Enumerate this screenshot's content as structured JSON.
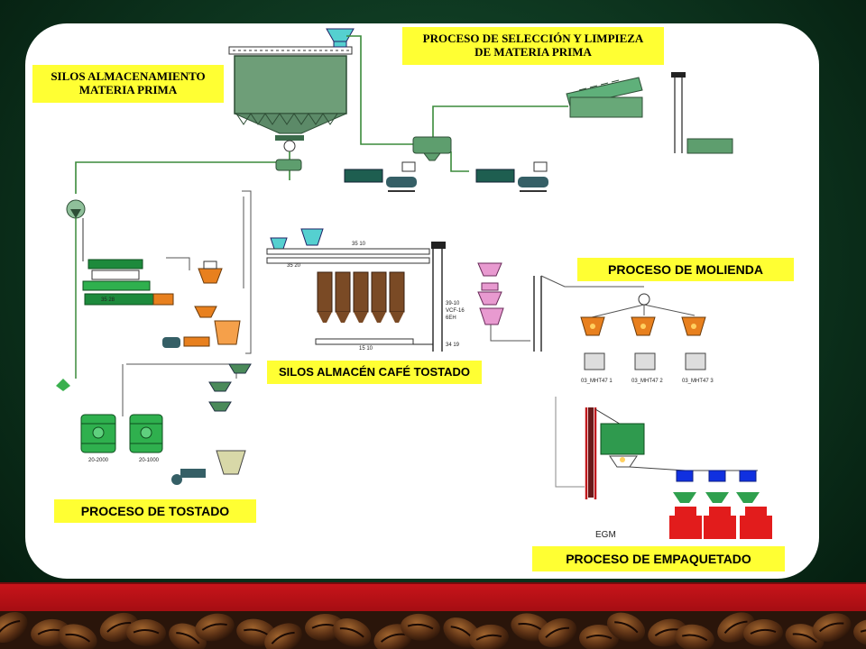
{
  "labels": {
    "storage_silos": "SILOS ALMACENAMIENTO\nMATERIA PRIMA",
    "selection_cleaning": "PROCESO DE SELECCIÓN Y LIMPIEZA\nDE MATERIA PRIMA",
    "grinding": "PROCESO  DE MOLIENDA",
    "roasted_silos": "SILOS ALMACÉN CAFÉ TOSTADO",
    "roasting": "PROCESO  DE TOSTADO",
    "packaging": "PROCESO  DE EMPAQUETADO"
  },
  "equipment_tags": {
    "elevator_mid": "39-10\nVCF-16\n6EH",
    "roaster_1": "20-2000",
    "roaster_2": "20-1000",
    "mill_1": "03_MHT47 1",
    "mill_2": "03_MHT47 2",
    "mill_3": "03_MHT47 3",
    "packer": "EGM",
    "tag_3510": "35 10",
    "tag_3520": "35 20",
    "tag_1510": "15 10",
    "tag_3419": "34 19",
    "tag_3528": "35 28"
  },
  "colors": {
    "panel": "#ffffff",
    "label_bg": "#ffff33",
    "red_band": "#c8141a",
    "equipment_green": "#2f8a4e",
    "equipment_dark": "#1e5e3a",
    "cyan_hopper": "#55d0d0",
    "orange_hopper": "#e8801e",
    "brown_silo": "#7a4a25",
    "pink_unit": "#e89ad0",
    "blue_hopper": "#1030e0",
    "red_bag": "#e21c1c",
    "pipe_green": "#3a8a3a"
  }
}
